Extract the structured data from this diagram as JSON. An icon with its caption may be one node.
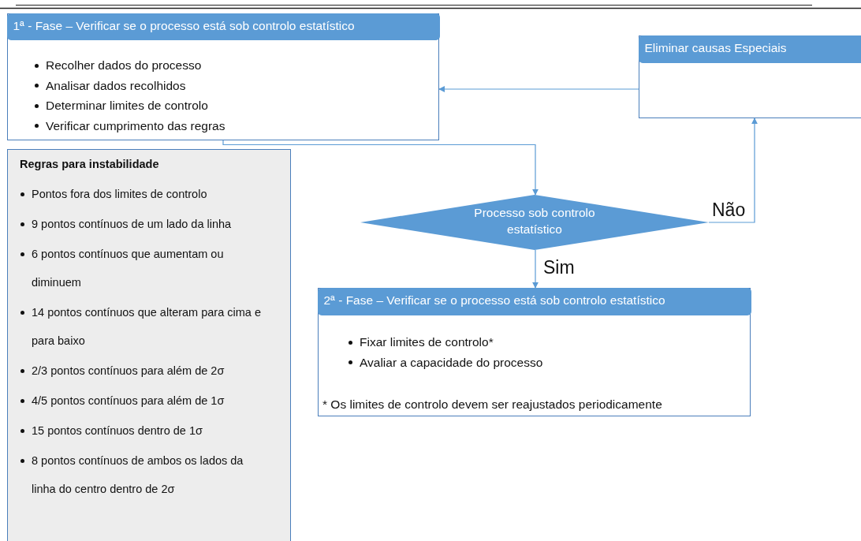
{
  "diagram": {
    "nodes": [
      {
        "text": [
          "1ª - Fase – Verificar se o processo está sob controlo estatístico",
          "Recolher dados do processo",
          "Analisar dados recolhidos",
          "Determinar limites de controlo",
          "Verificar cumprimento das regras"
        ]
      },
      {
        "text": [
          "Eliminar causas Especiais"
        ]
      },
      {
        "text": [
          "Regras para instabilidade",
          "Pontos fora dos limites de controlo",
          "9 pontos contínuos de um lado da linha",
          "6 pontos contínuos que aumentam ou diminuem",
          "14 pontos contínuos que alteram para cima e para baixo",
          "2/3 pontos contínuos para além de 2σ",
          "4/5 pontos contínuos para além de 1σ",
          "15 pontos contínuos dentro de 1σ",
          "8 pontos contínuos de ambos os lados da linha do centro dentro de 2σ"
        ]
      },
      {
        "text": [
          "Processo sob controlo estatístico"
        ]
      },
      {
        "text": [
          "2ª - Fase – Verificar se o processo está sob controlo estatístico",
          "Fixar limites de controlo*",
          "Avaliar a capacidade do processo",
          "* Os limites de controlo devem ser reajustados periodicamente"
        ]
      }
    ],
    "edges": [
      {
        "from": 0,
        "to": 3,
        "arrow": "to"
      },
      {
        "from": 3,
        "to": 1,
        "arrow": "to",
        "label": "Não"
      },
      {
        "from": 3,
        "to": 4,
        "arrow": "to",
        "label": "Sim"
      },
      {
        "from": 1,
        "to": 0,
        "arrow": "to"
      }
    ]
  }
}
